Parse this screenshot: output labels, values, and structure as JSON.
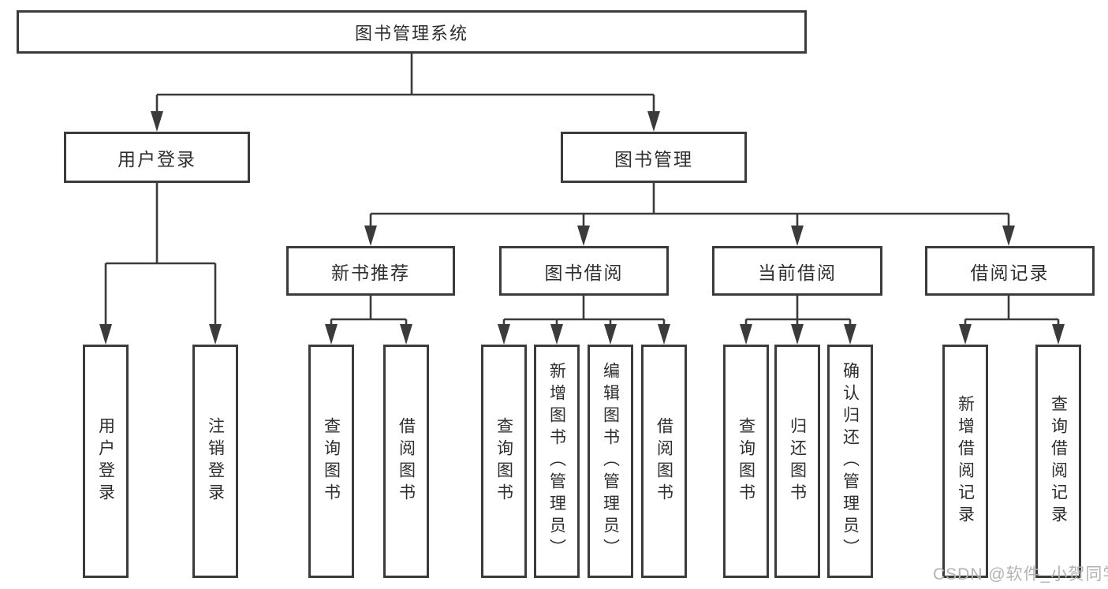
{
  "tree": {
    "root": {
      "label": "图书管理系统"
    },
    "branches": [
      {
        "label": "用户登录",
        "children": [
          {
            "label": "用户登录"
          },
          {
            "label": "注销登录"
          }
        ]
      },
      {
        "label": "图书管理",
        "groups": [
          {
            "label": "新书推荐",
            "children": [
              {
                "label": "查询图书"
              },
              {
                "label": "借阅图书"
              }
            ]
          },
          {
            "label": "图书借阅",
            "children": [
              {
                "label": "查询图书"
              },
              {
                "label": "新增图书（管理员）"
              },
              {
                "label": "编辑图书（管理员）"
              },
              {
                "label": "借阅图书"
              }
            ]
          },
          {
            "label": "当前借阅",
            "children": [
              {
                "label": "查询图书"
              },
              {
                "label": "归还图书"
              },
              {
                "label": "确认归还（管理员）"
              }
            ]
          },
          {
            "label": "借阅记录",
            "children": [
              {
                "label": "新增借阅记录"
              },
              {
                "label": "查询借阅记录"
              }
            ]
          }
        ]
      }
    ]
  },
  "watermark": {
    "text": "CSDN @软件_小贺同学"
  },
  "colors": {
    "line": "#3b3b3b",
    "text": "#2e2e2e",
    "watermark": "#b3b3b3",
    "background": "#ffffff"
  }
}
